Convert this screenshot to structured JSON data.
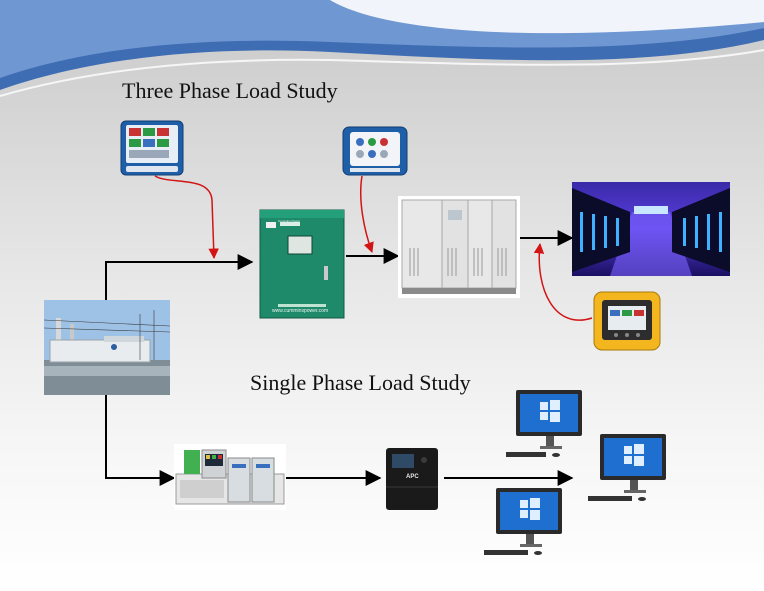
{
  "diagram": {
    "three_phase_title": "Three Phase Load Study",
    "single_phase_title": "Single Phase Load Study",
    "ats_label": "Cummins Power",
    "ats_url": "www.cumminspower.com",
    "ups_brand": "APC",
    "colors": {
      "flow_arrow": "#000000",
      "probe_lead": "#d21414",
      "banner_blue": "#5b86c4",
      "ats_green": "#1f8a6a",
      "analyzer_blue": "#1f5fa8",
      "meter_yellow": "#f3b61f"
    }
  }
}
